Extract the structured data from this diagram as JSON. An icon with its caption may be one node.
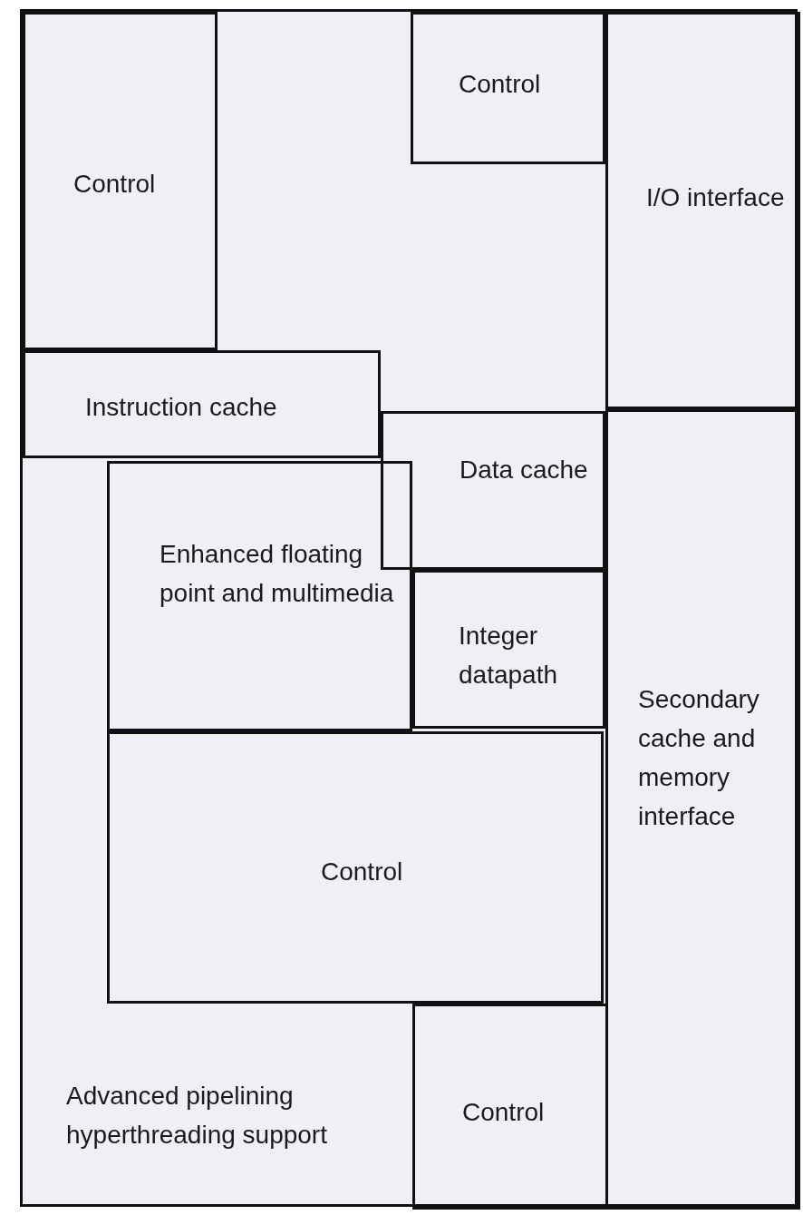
{
  "diagram": {
    "nodes": [
      {
        "text": [
          "Control"
        ]
      },
      {
        "text": [
          "Control"
        ]
      },
      {
        "text": [
          "I/O interface"
        ]
      },
      {
        "text": [
          "Instruction cache"
        ]
      },
      {
        "text": [
          "Data cache"
        ]
      },
      {
        "text": [
          "Enhanced floating point and multimedia"
        ]
      },
      {
        "text": [
          "Integer datapath"
        ]
      },
      {
        "text": [
          "Secondary cache and memory interface"
        ]
      },
      {
        "text": [
          "Control"
        ]
      },
      {
        "text": [
          "Advanced pipelining hyperthreading support"
        ]
      },
      {
        "text": [
          "Control"
        ]
      }
    ]
  }
}
